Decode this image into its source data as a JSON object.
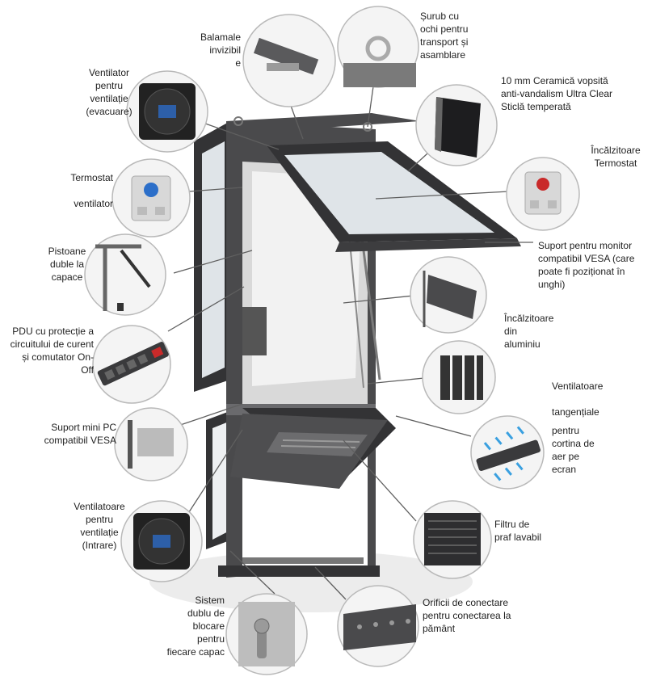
{
  "labels": {
    "balamale": "Balamale\ninvizibil\ne",
    "surub": "Șurub cu\nochi pentru\ntransport și\nasamblare",
    "ventilator_evacuare": "Ventilator\npentru\nventilație\n(evacuare)",
    "ceramica": "10 mm Ceramică vopsită\nanti-vandalism Ultra Clear\nSticlă temperată",
    "termostat": "Termostat\n\nventilator",
    "incalzitoare_termostat": "Încălzitoare\nTermostat",
    "pistoane": "Pistoane\nduble  la\ncapace",
    "suport_vesa": "Suport pentru monitor\ncompatibil VESA (care\npoate fi poziționat în\nunghi)",
    "pdu": "PDU cu protecție a\ncircuitului de curent\nși comutator On-\nOff",
    "incalzitoare_aluminiu": "Încălzitoare\ndin\naluminiu",
    "mini_pc": "Suport mini PC\ncompatibil VESA",
    "ventilatoare_tangentiale": "Ventilatoare\n\ntangențiale",
    "cortina": "pentru\ncortina de\naer pe\necran",
    "ventilatoare_intrare": "Ventilatoare\npentru\nventilație\n(Intrare)",
    "filtru": "Filtru de\npraf lavabil",
    "sistem_blocare": "Sistem\ndublu de\nblocare\npentru\nfiecare capac",
    "orificii": "Orificii de conectare\npentru conectarea la\npământ"
  },
  "colors": {
    "frame": "#4a4a4c",
    "leader": "#5f5f5f",
    "thumb_border": "#b9b9b9",
    "text": "#1f1f1f",
    "fan_label_blue": "#2d5fa8",
    "thermostat_blue": "#2c6fc9",
    "thermostat_red": "#c92a2a",
    "airflow_blue": "#3aa0e0"
  },
  "icons": [
    "fan-icon",
    "thermostat-icon",
    "hinge-icon",
    "eyebolt-icon",
    "glass-icon",
    "piston-icon",
    "power-strip-icon",
    "heater-icon",
    "vesa-mount-icon",
    "tangential-fan-icon",
    "filter-icon",
    "lock-icon",
    "ground-connector-icon"
  ]
}
